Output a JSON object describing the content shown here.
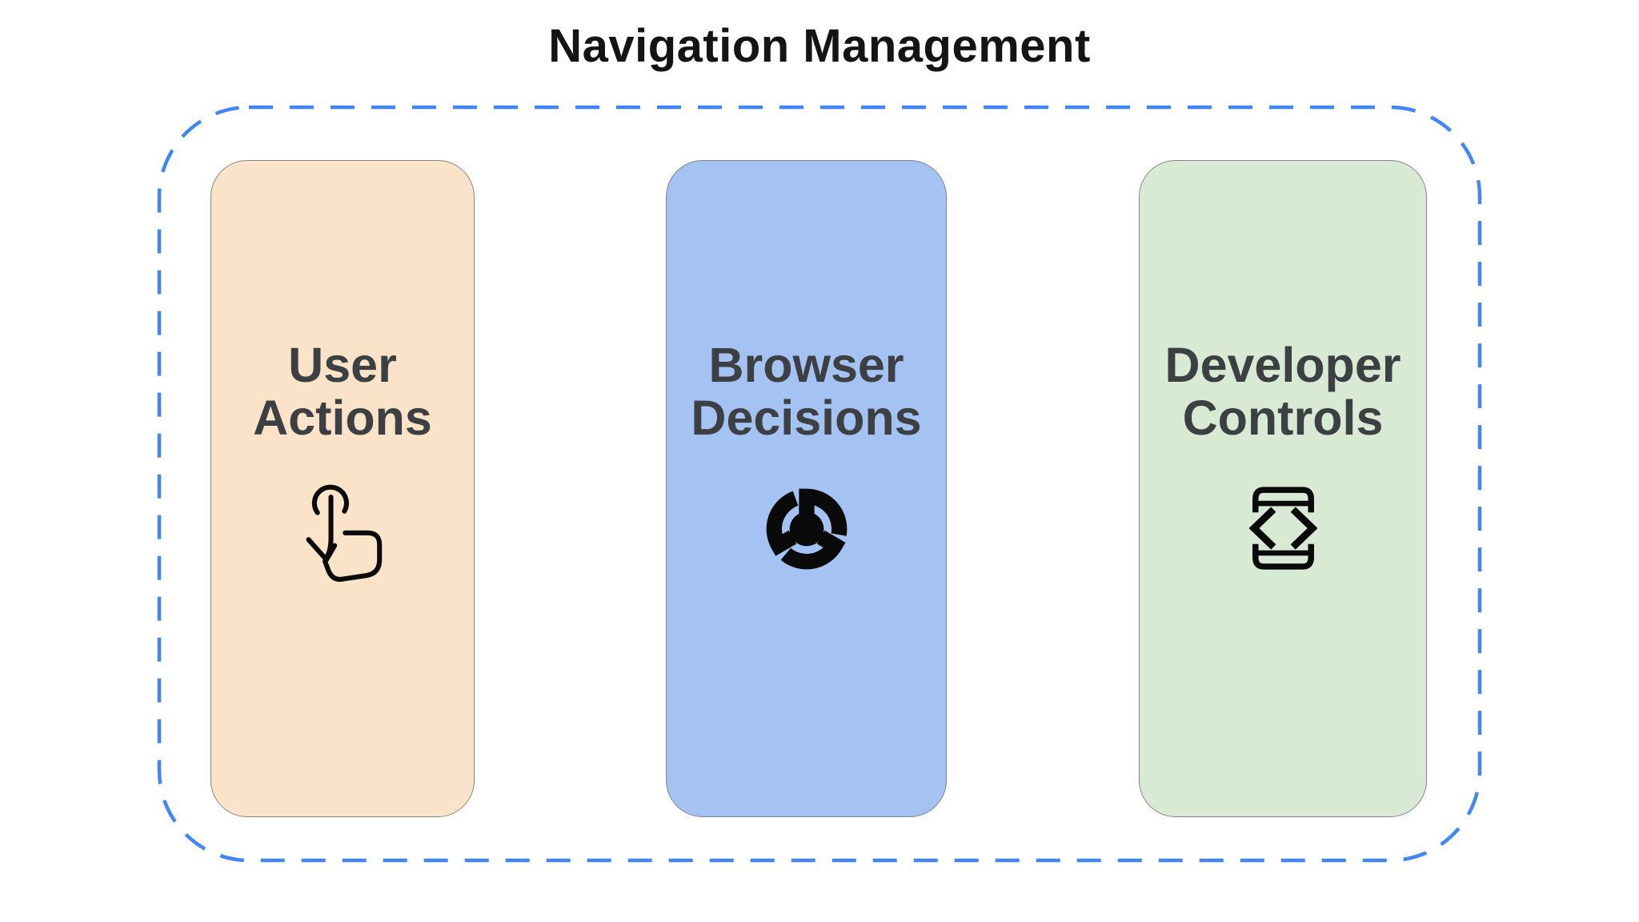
{
  "title": "Navigation Management",
  "group": {
    "border_color": "#4285F4",
    "border_style": "dashed"
  },
  "cards": [
    {
      "id": "user-actions",
      "label": "User Actions",
      "lines": [
        "User",
        "Actions"
      ],
      "bg_color": "#FAE3C8",
      "icon": "touch-gesture-icon"
    },
    {
      "id": "browser-decisions",
      "label": "Browser Decisions",
      "lines": [
        "Browser",
        "Decisions"
      ],
      "bg_color": "#A4C2F2",
      "icon": "chrome-browser-icon"
    },
    {
      "id": "developer-controls",
      "label": "Developer Controls",
      "lines": [
        "Developer",
        "Controls"
      ],
      "bg_color": "#D8E9D4",
      "icon": "developer-mode-icon"
    }
  ],
  "colors": {
    "title_text": "#141414",
    "label_text": "#3C4043",
    "icon": "#0A0A0A",
    "card_border": "#858585",
    "canvas_bg": "#FFFFFF"
  }
}
